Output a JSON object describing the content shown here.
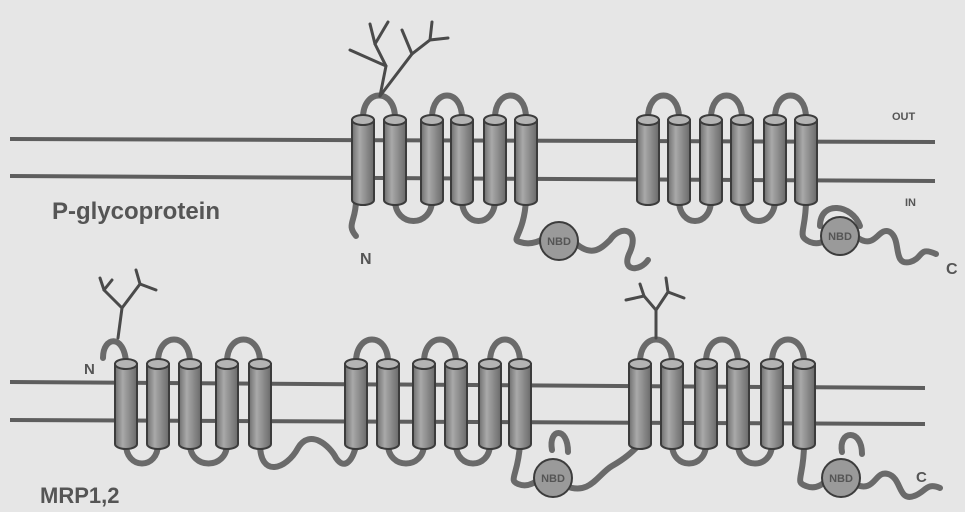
{
  "labels": {
    "pgp_name": "P-glycoprotein",
    "mrp_name": "MRP1,2",
    "out": "OUT",
    "in": "IN",
    "pgp_n": "N",
    "pgp_c": "C",
    "mrp_n": "N",
    "mrp_c": "C",
    "nbd": "NBD"
  },
  "proteins": [
    {
      "name": "P-glycoprotein",
      "helix_groups": [
        {
          "helices": 6,
          "glycosylated_loop": 1
        },
        {
          "helices": 6
        }
      ],
      "nbd_domains": 2
    },
    {
      "name": "MRP1,2",
      "helix_groups": [
        {
          "helices": 5,
          "glycosylated_loop": 1
        },
        {
          "helices": 6
        },
        {
          "helices": 6,
          "glycosylated_loop": 1
        }
      ],
      "nbd_domains": 2
    }
  ],
  "colors": {
    "background": "#e6e6e6",
    "membrane": "#5e5e5e",
    "helix_fill": "#8a8a8a",
    "helix_stroke": "#3c3c3c",
    "loop": "#6a6a6a",
    "nbd_fill": "#9a9a9a",
    "text": "#555555"
  }
}
